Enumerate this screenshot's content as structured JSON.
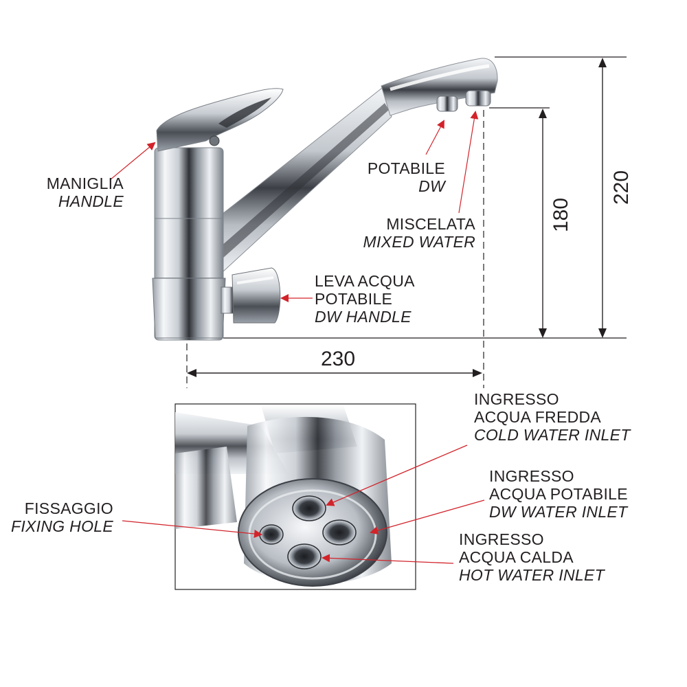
{
  "labels": {
    "handle": {
      "it": "MANIGLIA",
      "en": "HANDLE"
    },
    "potable_outlet": {
      "it": "POTABILE",
      "en": "DW"
    },
    "mixed_outlet": {
      "it": "MISCELATA",
      "en": "MIXED WATER"
    },
    "dw_lever": {
      "it1": "LEVA ACQUA",
      "it2": "POTABILE",
      "en": "DW HANDLE"
    },
    "cold_inlet": {
      "it1": "INGRESSO",
      "it2": "ACQUA FREDDA",
      "en": "COLD WATER INLET"
    },
    "dw_inlet": {
      "it1": "INGRESSO",
      "it2": "ACQUA POTABILE",
      "en": "DW WATER INLET"
    },
    "hot_inlet": {
      "it1": "INGRESSO",
      "it2": "ACQUA CALDA",
      "en": "HOT WATER INLET"
    },
    "fixing_hole": {
      "it": "FISSAGGIO",
      "en": "FIXING HOLE"
    }
  },
  "dimensions": {
    "width": "230",
    "spout_height": "180",
    "total_height": "220"
  },
  "colors": {
    "arrow": "#d2232a",
    "line": "#231f20",
    "chrome_dark": "#3a3d42",
    "chrome_light": "#f4f6f8"
  }
}
